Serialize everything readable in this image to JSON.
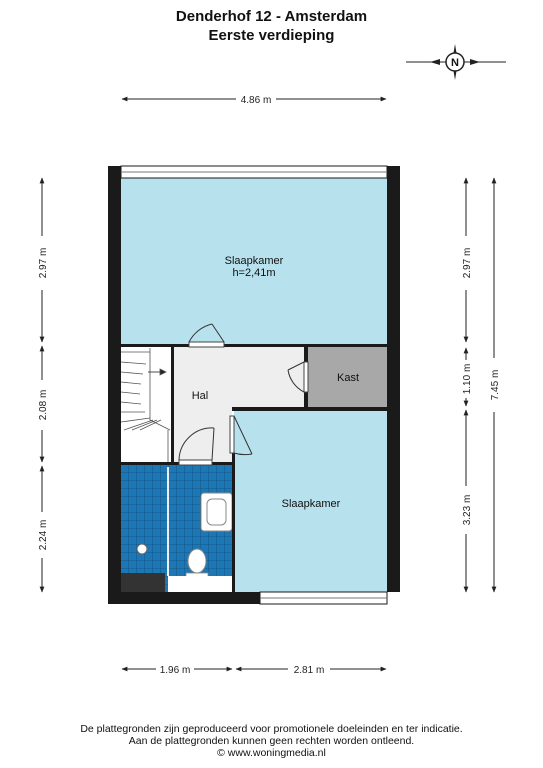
{
  "header": {
    "title": "Denderhof 12 - Amsterdam",
    "subtitle": "Eerste verdieping"
  },
  "compass": {
    "letter": "N"
  },
  "dimensions": {
    "top_width": "4.86 m",
    "left_top": "2.97 m",
    "left_mid": "2.08 m",
    "left_bottom": "2.24 m",
    "right_top": "2.97 m",
    "right_mid": "1.10 m",
    "right_bottom": "3.23 m",
    "right_total": "7.45 m",
    "bottom_left": "1.96 m",
    "bottom_right": "2.81 m"
  },
  "rooms": {
    "bedroom1_name": "Slaapkamer",
    "bedroom1_height": "h=2,41m",
    "hall": "Hal",
    "closet": "Kast",
    "bedroom2_name": "Slaapkamer"
  },
  "colors": {
    "bedroom": "#b8e1ee",
    "hall": "#eeeeee",
    "closet": "#a8a8a8",
    "bathroom_tile": "#1d77b5",
    "wall": "#1a1a1a"
  },
  "footer": {
    "line1": "De plattegronden zijn geproduceerd voor promotionele doeleinden en ter indicatie.",
    "line2": "Aan de plattegronden kunnen geen rechten worden ontleend.",
    "line3": "© www.woningmedia.nl"
  }
}
